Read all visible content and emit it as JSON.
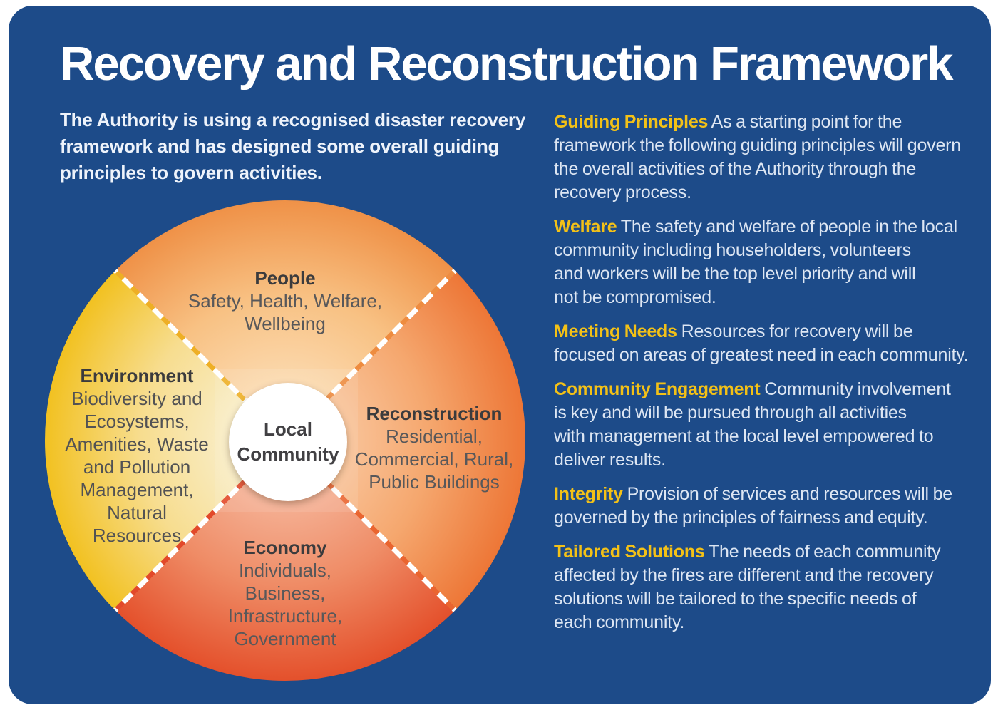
{
  "title": "Recovery and Reconstruction Framework",
  "intro": "The Authority is using a recognised disaster recovery\nframework and has designed some overall guiding\nprinciples to govern activities.",
  "diagram": {
    "center_label": "Local\nCommunity",
    "people": {
      "title": "People",
      "sub": "Safety, Health, Welfare,\nWellbeing"
    },
    "reconstruction": {
      "title": "Reconstruction",
      "sub": "Residential,\nCommercial, Rural,\nPublic Buildings"
    },
    "economy": {
      "title": "Economy",
      "sub": "Individuals,\nBusiness,\nInfrastructure,\nGovernment"
    },
    "environment": {
      "title": "Environment",
      "sub": "Biodiversity and\nEcosystems,\nAmenities, Waste\nand Pollution\nManagement,\nNatural\nResources"
    }
  },
  "principles": [
    {
      "heading": "Guiding Principles",
      "body": "As a starting point for the\nframework the following guiding principles will govern\nthe overall activities of the Authority through the\nrecovery process."
    },
    {
      "heading": "Welfare",
      "body": "The safety and welfare of people in the local\ncommunity including householders, volunteers\nand workers will be the top level priority and will\nnot be compromised."
    },
    {
      "heading": "Meeting Needs",
      "body": "Resources for recovery will be\nfocused on areas of greatest need in each community."
    },
    {
      "heading": "Community Engagement",
      "body": "Community involvement\nis key and will be pursued through all activities\nwith management at the local level empowered to\ndeliver results."
    },
    {
      "heading": "Integrity",
      "body": "Provision of services and resources will be\ngoverned by the principles of fairness and equity."
    },
    {
      "heading": "Tailored Solutions",
      "body": "The needs of each community\naffected by the fires are different and the recovery\nsolutions will be tailored to the specific needs of\neach community."
    }
  ],
  "colors": {
    "card_bg": "#1d4b89",
    "title_color": "#ffffff",
    "intro_text": "#eef3fb",
    "body_text": "#dde6f3",
    "heading_gold": "#f3c117",
    "people_outer": "#ef9147",
    "people_inner": "#fbd9ae",
    "reconstruction_outer": "#ed7636",
    "reconstruction_inner": "#f9c49a",
    "economy_outer": "#e4502b",
    "economy_inner": "#f5b296",
    "environment_outer": "#f2c120",
    "environment_inner": "#f9ecc4",
    "divider_white": "#ffffff"
  }
}
